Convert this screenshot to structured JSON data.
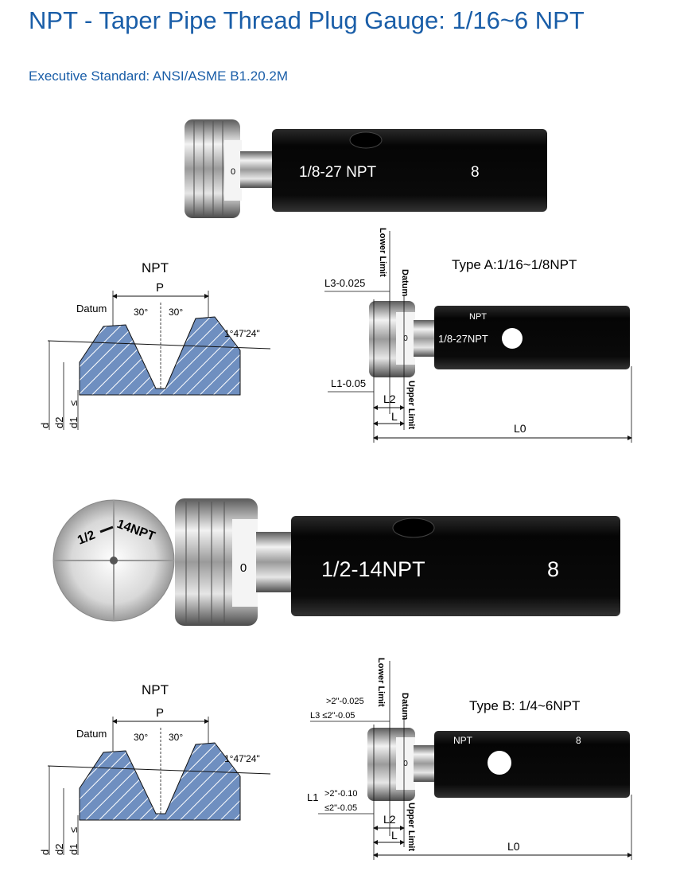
{
  "header": {
    "title": "NPT - Taper Pipe Thread Plug Gauge: 1/16~6 NPT",
    "subtitle": "Executive Standard: ANSI/ASME B1.20.2M"
  },
  "gauge_top": {
    "face_mark": "0",
    "body_text": "1/8-27 NPT",
    "body_number": "8"
  },
  "profile": {
    "heading": "NPT",
    "pitch": "P",
    "datum": "Datum",
    "angle_left": "30°",
    "angle_right": "30°",
    "taper": "1°47'24\"",
    "d": "d",
    "d2": "d2",
    "d1": "d1",
    "le": "≤"
  },
  "type_a": {
    "title": "Type A:1/16~1/8NPT",
    "lower_limit": "Lower Limit",
    "datum": "Datum",
    "upper_limit": "Upper Limit",
    "l3": "L3-0.025",
    "l1": "L1-0.05",
    "l2": "L2",
    "l": "L",
    "l0": "L0",
    "face_mark": "0",
    "body_npt": "NPT",
    "body_text": "1/8-27NPT"
  },
  "gauge_mid": {
    "disc_text": "1/2",
    "disc_text2": "14NPT",
    "face_mark": "0",
    "body_text": "1/2-14NPT",
    "body_number": "8"
  },
  "type_b": {
    "title": "Type B: 1/4~6NPT",
    "lower_limit": "Lower Limit",
    "datum": "Datum",
    "upper_limit": "Upper Limit",
    "l3_top": ">2\"-0.025",
    "l3_bot": "L3 ≤2\"-0.05",
    "l1_top": ">2\"-0.10",
    "l1_bot": "≤2\"-0.05",
    "l1": "L1",
    "l2": "L2",
    "l": "L",
    "l0": "L0",
    "face_mark": "0",
    "body_npt": "NPT",
    "body_number": "8"
  }
}
